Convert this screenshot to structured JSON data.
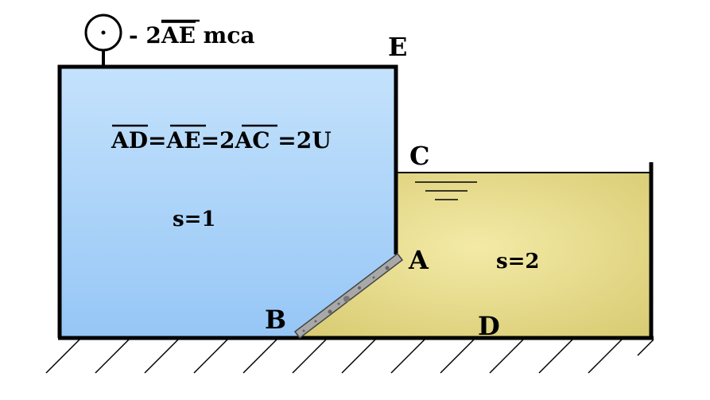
{
  "gauge": {
    "reading": "- 2",
    "reading_over": "AE",
    "unit": " mca"
  },
  "points": {
    "E": "E",
    "C": "C",
    "A": "A",
    "B": "B",
    "D": "D"
  },
  "relation": {
    "t1": "AD",
    "eq1": "=",
    "t2": "AE",
    "eq2": "=2",
    "t3": "AC",
    "eq3": " =2U"
  },
  "tank_left": {
    "label": "s=1"
  },
  "tank_right": {
    "label": "s=2"
  },
  "colors": {
    "fluid_left_top": "#c4e2fc",
    "fluid_left_bottom": "#96c6f6",
    "fluid_right_center": "#f3eaa7",
    "fluid_right_edge": "#d9cc74",
    "wall": "#000000",
    "gate": "#a8a8a8"
  }
}
